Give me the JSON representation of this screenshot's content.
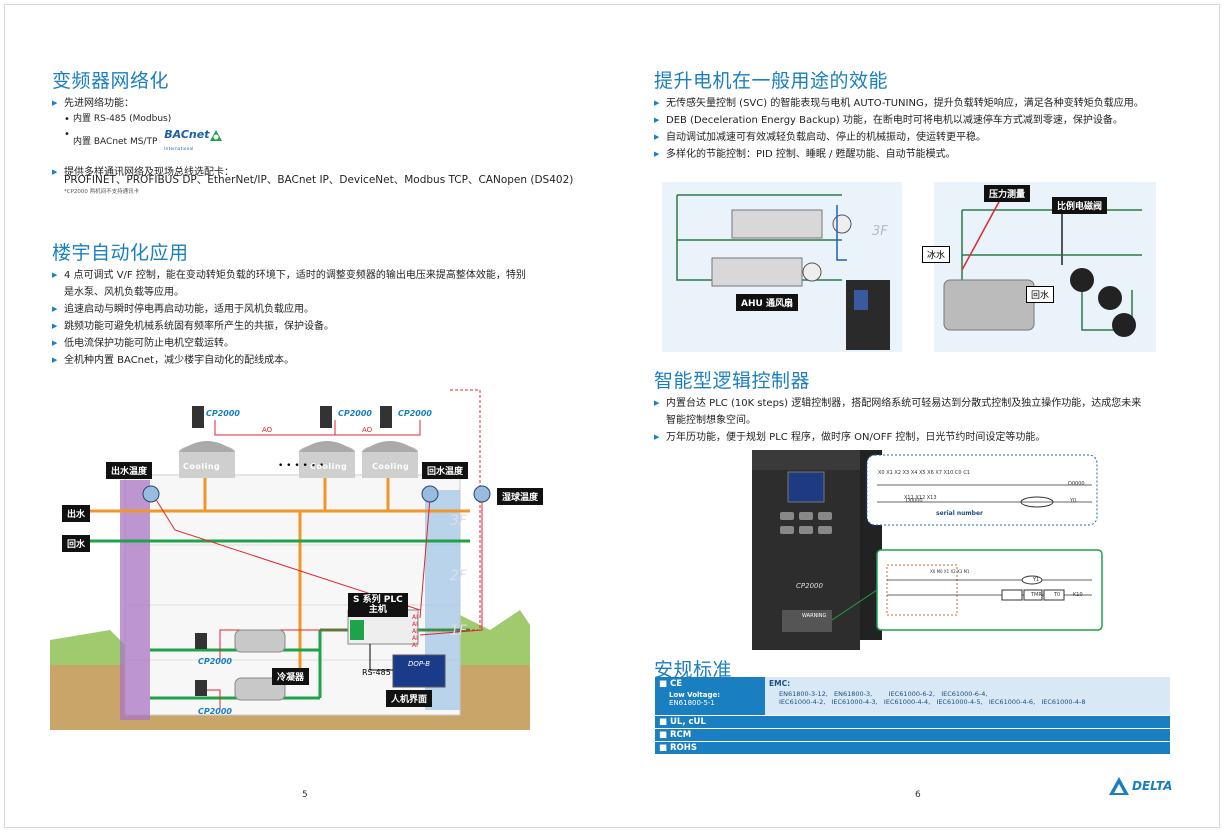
{
  "left_page": {
    "sections": {
      "network": {
        "title": "变频器网络化",
        "bullet1": "先进网络功能：",
        "sub1": "内置 RS-485 (Modbus)",
        "sub2": "内置 BACnet MS/TP",
        "bacnet_logo_text": "BACnet",
        "bacnet_logo_sub": "International",
        "bullet2": "提供多样通讯网络及现场总线选配卡：",
        "protocols": "PROFINET、PROFIBUS DP、EtherNet/IP、BACnet IP、DeviceNet、Modbus TCP、CANopen (DS402)",
        "protocols_note": "*CP2000 两机间不支持通讯卡"
      },
      "building": {
        "title": "楼宇自动化应用",
        "items": [
          "4 点可调式 V/F 控制，能在变动转矩负载的环境下，适时的调整变频器的输出电压来提高整体效能，特别是水泵、风机负载等应用。",
          "追速启动与瞬时停电再启动功能，适用于风机负载应用。",
          "跳频功能可避免机械系统固有频率所产生的共振，保护设备。",
          "低电流保护功能可防止电机空载运转。",
          "全机种内置 BACnet，减少楼宇自动化的配线成本。"
        ]
      }
    },
    "diagram": {
      "cp_labels": [
        "CP2000",
        "CP2000",
        "CP2000",
        "CP2000",
        "CP2000"
      ],
      "ao_labels": [
        "AO",
        "AO"
      ],
      "cooling": [
        "Cooling",
        "Cooling",
        "Cooling"
      ],
      "dots": "• • • • • •",
      "outlet_temp": "出水温度",
      "return_temp": "回水温度",
      "wet_bulb": "湿球温度",
      "outlet_water": "出水",
      "return_water": "回水",
      "plc_title": "S 系列 PLC",
      "plc_sub": "主机",
      "ai_labels": [
        "AI",
        "AI",
        "AI",
        "AI",
        "AI"
      ],
      "condenser": "冷凝器",
      "rs485": "RS-485",
      "hmi": "人机界面",
      "hmi_brand": "DOP-B",
      "floors": [
        "3F",
        "2F",
        "1F"
      ]
    },
    "page_number": "5"
  },
  "right_page": {
    "sections": {
      "motor": {
        "title": "提升电机在一般用途的效能",
        "items": [
          "无传感矢量控制 (SVC) 的智能表现与电机 AUTO-TUNING，提升负载转矩响应，满足各种变转矩负载应用。",
          "DEB (Deceleration Energy Backup) 功能，在断电时可将电机以减速停车方式减到零速，保护设备。",
          "自动调试加减速可有效减轻负载启动、停止的机械振动，使运转更平稳。",
          "多样化的节能控制：PID 控制、睡眠 / 甦醒功能、自动节能模式。"
        ]
      },
      "plc": {
        "title": "智能型逻辑控制器",
        "items": [
          "内置台达 PLC (10K steps) 逻辑控制器，搭配网络系统可轻易达到分散式控制及独立操作功能，达成您未来智能控制想象空间。",
          "万年历功能，便于规划 PLC 程序，做时序 ON/OFF 控制，日光节约时间设定等功能。"
        ]
      },
      "safety": {
        "title": "安规标准",
        "ce": "CE",
        "low_voltage": "Low Voltage:",
        "low_voltage_std": "EN61800-5-1",
        "emc": "EMC:",
        "emc_line1": "EN61800-3-12,   EN61800-3,        IEC61000-6-2,   IEC61000-6-4,",
        "emc_line2": "IEC61000-4-2,   IEC61000-4-3,   IEC61000-4-4,   IEC61000-4-5,   IEC61000-4-6,   IEC61000-4-8",
        "rows": [
          "UL, cUL",
          "RCM",
          "ROHS"
        ]
      }
    },
    "diagram_top": {
      "ahu": "AHU 通风扇",
      "floor": "3F",
      "pressure": "压力测量",
      "valve": "比例电磁阀",
      "chilled": "冰水",
      "return": "回水"
    },
    "diagram_plc": {
      "serial": "serial number",
      "brand": "CP2000",
      "warning": "WARNING",
      "ladder_top": "X0  X1  X2  X3  X4  X5  X6  X7  X10  C0  C1",
      "ladder_row2": "X11  X12  X13",
      "ladder_codes": [
        "D0000",
        "D0000",
        "Y0"
      ],
      "ladder_boxes": [
        "Y1",
        "TMR",
        "T0",
        "K10"
      ],
      "ladder_small": [
        "X0",
        "M0",
        "X1",
        "X2",
        "X3",
        "M1"
      ]
    },
    "page_number": "6",
    "logo_text": "DELTA"
  },
  "colors": {
    "accent": "#1a7fc1",
    "orange_pipe": "#f0962a",
    "green_pipe": "#1fa34a",
    "red_line": "#e0262f",
    "purple_column": "#a975c2",
    "blue_column": "#9ec4e4"
  }
}
